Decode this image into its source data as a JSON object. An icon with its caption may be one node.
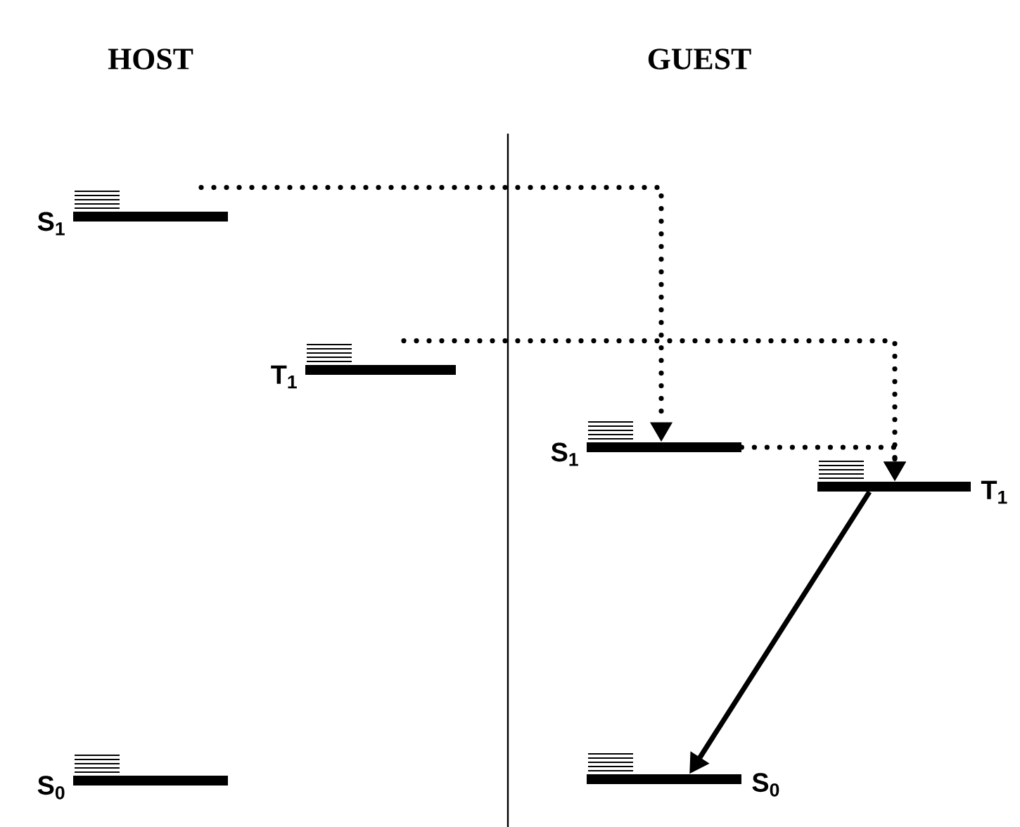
{
  "diagram": {
    "nodes": [
      {
        "text": [
          "S$_{1}$"
        ]
      },
      {
        "text": [
          "T$_{1}$"
        ]
      },
      {
        "text": [
          "S$_{0}$"
        ]
      },
      {
        "text": [
          "S$_{1}$"
        ]
      },
      {
        "text": [
          "T$_{1}$"
        ]
      },
      {
        "text": [
          "S$_{0}$"
        ]
      }
    ],
    "edges": [
      {
        "from": 0,
        "to": 3,
        "arrow": "to",
        "style": "dashed"
      },
      {
        "from": 1,
        "to": 4,
        "arrow": "to",
        "style": "dashed"
      },
      {
        "from": 3,
        "to": 4,
        "arrow": "to",
        "style": "dashed"
      },
      {
        "from": 4,
        "to": 5,
        "arrow": "to"
      }
    ],
    "labels": [
      "HOST",
      "GUEST"
    ]
  }
}
